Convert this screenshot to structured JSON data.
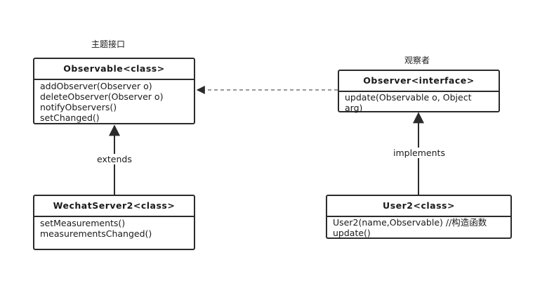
{
  "captions": {
    "subject": "主题接口",
    "observer": "观察者"
  },
  "classes": {
    "observable": {
      "title": "Observable<class>",
      "members": [
        "addObserver(Observer o)",
        "deleteObserver(Observer o)",
        "notifyObservers()",
        "setChanged()"
      ]
    },
    "observer": {
      "title": "Observer<interface>",
      "members": [
        "update(Observable o, Object",
        "arg)"
      ]
    },
    "wechat_server": {
      "title": "WechatServer2<class>",
      "members": [
        "setMeasurements()",
        "measurementsChanged()"
      ]
    },
    "user2": {
      "title": "User2<class>",
      "members": [
        "User2(name,Observable) //构造函数",
        "update()"
      ]
    }
  },
  "relations": {
    "extends_label": "extends",
    "implements_label": "implements"
  }
}
